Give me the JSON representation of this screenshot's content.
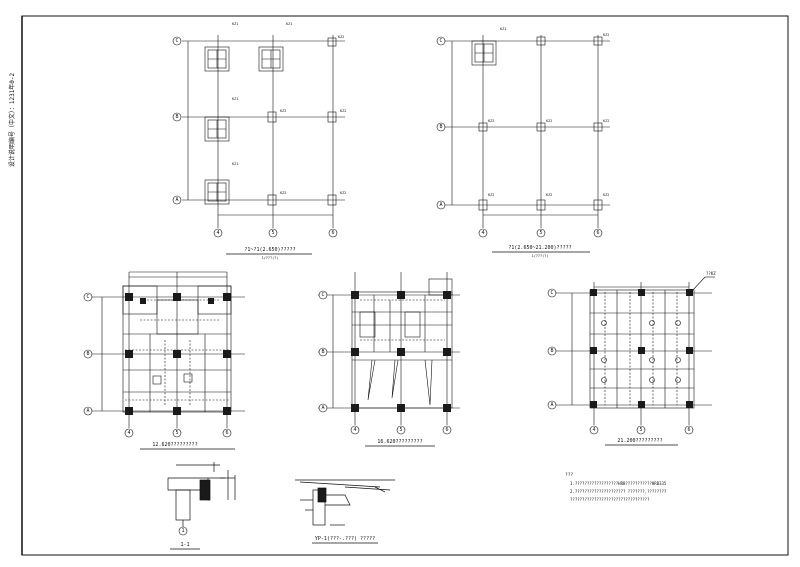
{
  "sheet": {
    "side_title": "设计说明编号（中文）：1231年0-2"
  },
  "plans": [
    {
      "id": "p1",
      "axes_h": [
        "C",
        "B",
        "A"
      ],
      "axes_v": [
        "4",
        "5",
        "6"
      ],
      "title": "?1~?1(2.650)?????",
      "scale": "1/???(?)"
    },
    {
      "id": "p2",
      "axes_h": [
        "C",
        "B",
        "A"
      ],
      "axes_v": [
        "4",
        "5",
        "6"
      ],
      "title": "?1(2.650~21.200)?????",
      "scale": "1/???(?)"
    },
    {
      "id": "p3",
      "axes_h": [
        "C",
        "B",
        "A"
      ],
      "axes_v": [
        "4",
        "5",
        "6"
      ],
      "title": "12.620?????????"
    },
    {
      "id": "p4",
      "axes_h": [
        "C",
        "B",
        "A"
      ],
      "axes_v": [
        "4",
        "5",
        "6"
      ],
      "title": "16.620?????????"
    },
    {
      "id": "p5",
      "axes_h": [
        "C",
        "B",
        "A"
      ],
      "axes_v": [
        "4",
        "5",
        "6"
      ],
      "title": "21.200?????????",
      "callout": "??KZ"
    }
  ],
  "details": {
    "section_title": "1-1",
    "section_axis": "1",
    "yp_title": "YP-1(???-.???) ?????"
  },
  "notes": {
    "heading": "???",
    "lines": [
      "1.??????????????????HRB???????????HRB335",
      "2.????????????????????? ???????,????????",
      "?????????????????????????????????"
    ]
  },
  "colors": {
    "line": "#111111",
    "fill": "#1a1a1a",
    "paper": "#ffffff"
  }
}
